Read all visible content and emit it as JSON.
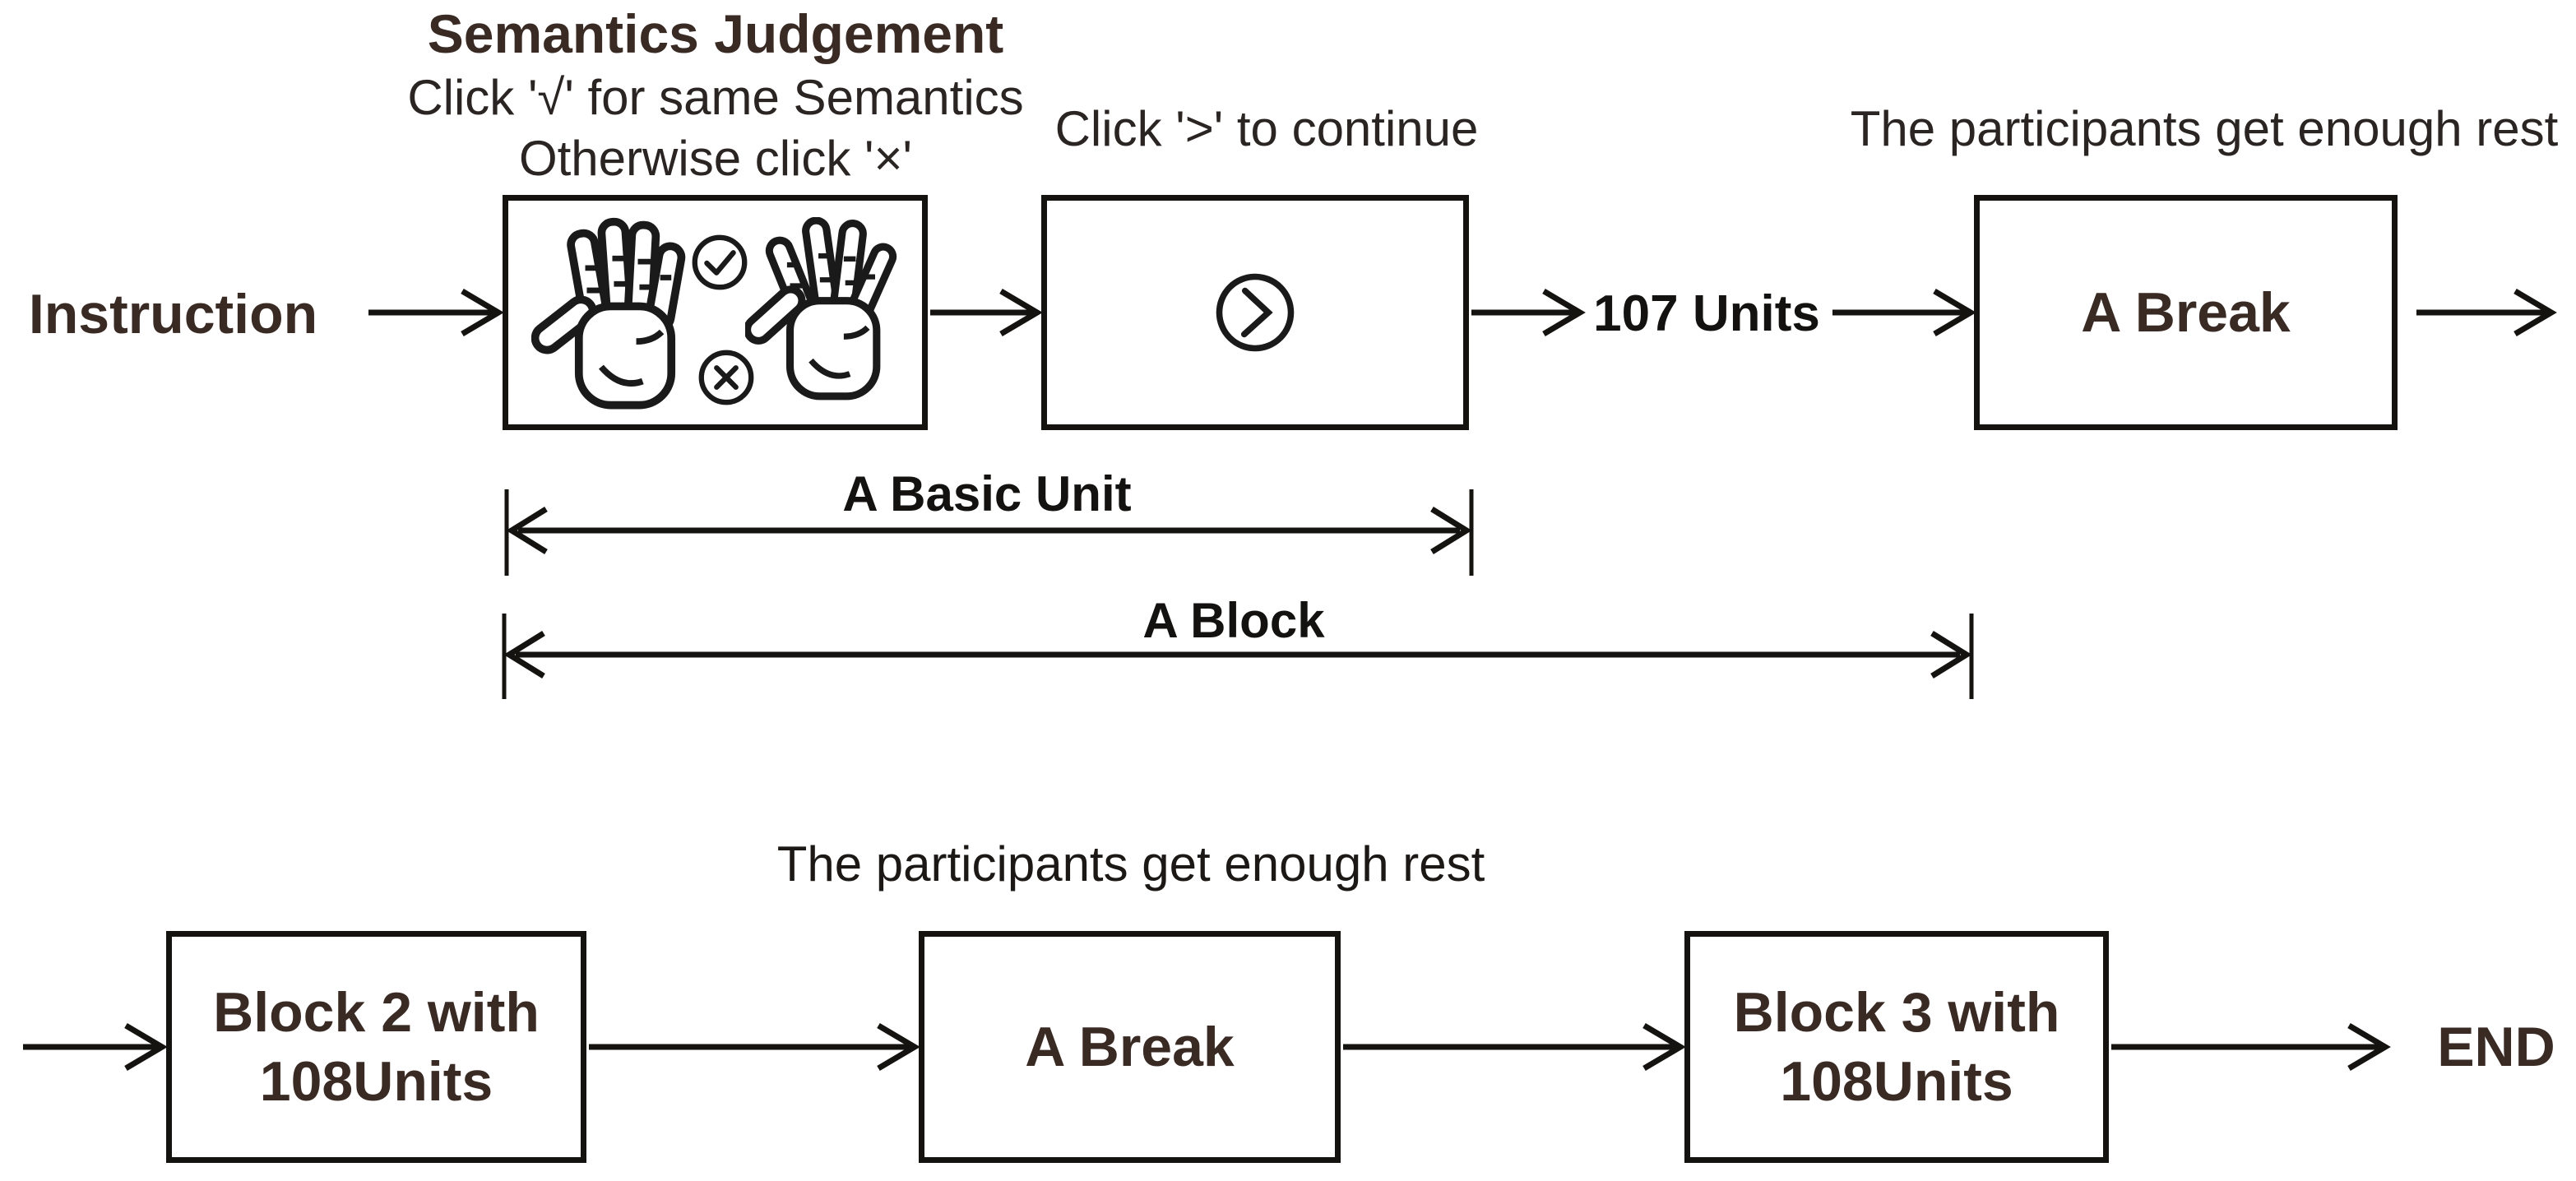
{
  "colors": {
    "heading_text": "#3a2a24",
    "annotation_text": "#2a2422",
    "measure_text": "#141210",
    "line": "#151310"
  },
  "top_row": {
    "start_label": "Instruction",
    "judgement_title": "Semantics Judgement",
    "judgement_hint_line1": "Click '√' for same Semantics",
    "judgement_hint_line2": "Otherwise click '×'",
    "continue_hint": "Click '>' to continue",
    "rest_hint": "The participants get enough rest",
    "units_label": "107 Units",
    "break_label": "A Break"
  },
  "measures": {
    "basic_unit_label": "A Basic Unit",
    "block_label": "A Block"
  },
  "bottom_row": {
    "rest_hint": "The participants get enough rest",
    "block2_line1": "Block 2 with",
    "block2_line2": "108Units",
    "break_label": "A Break",
    "block3_line1": "Block 3 with",
    "block3_line2": "108Units",
    "end_label": "END"
  },
  "icons": {
    "left_hand": "open-palm-hand",
    "check": "check-circle",
    "cross": "cross-circle",
    "chevron": "chevron-right-circle",
    "right_hand": "spread-palm-hand"
  }
}
